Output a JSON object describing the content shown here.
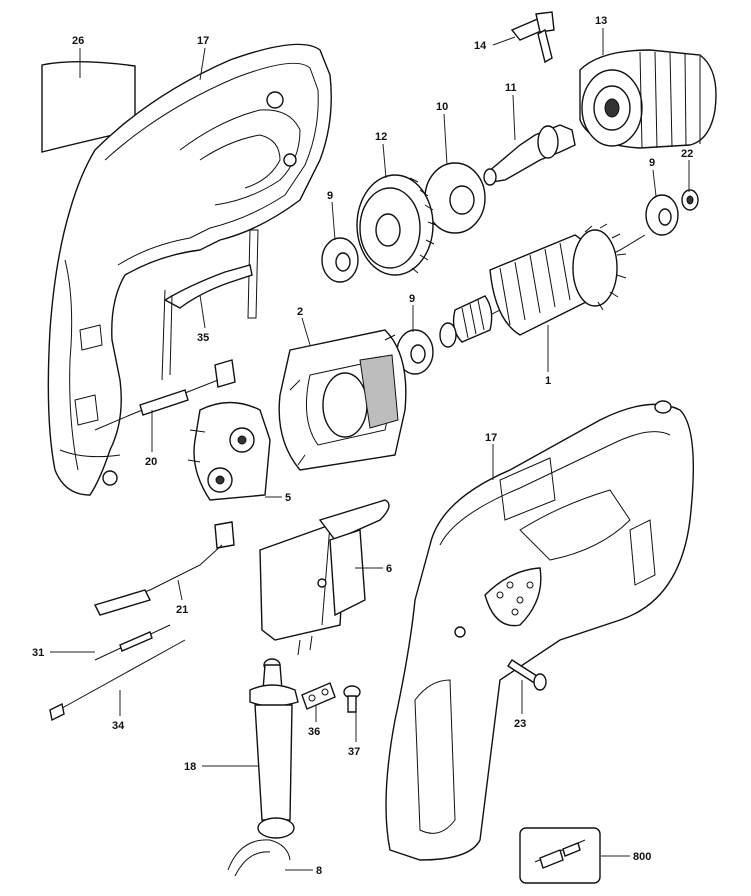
{
  "callouts": {
    "c26": "26",
    "c17a": "17",
    "c14": "14",
    "c13": "13",
    "c11": "11",
    "c10": "10",
    "c12": "12",
    "c9a": "9",
    "c9b": "9",
    "c22": "22",
    "c9c": "9",
    "c2": "2",
    "c35": "35",
    "c1": "1",
    "c20": "20",
    "c5": "5",
    "c17b": "17",
    "c6": "6",
    "c21": "21",
    "c31": "31",
    "c34": "34",
    "c36": "36",
    "c37": "37",
    "c23": "23",
    "c18": "18",
    "c8": "8",
    "c800": "800"
  }
}
